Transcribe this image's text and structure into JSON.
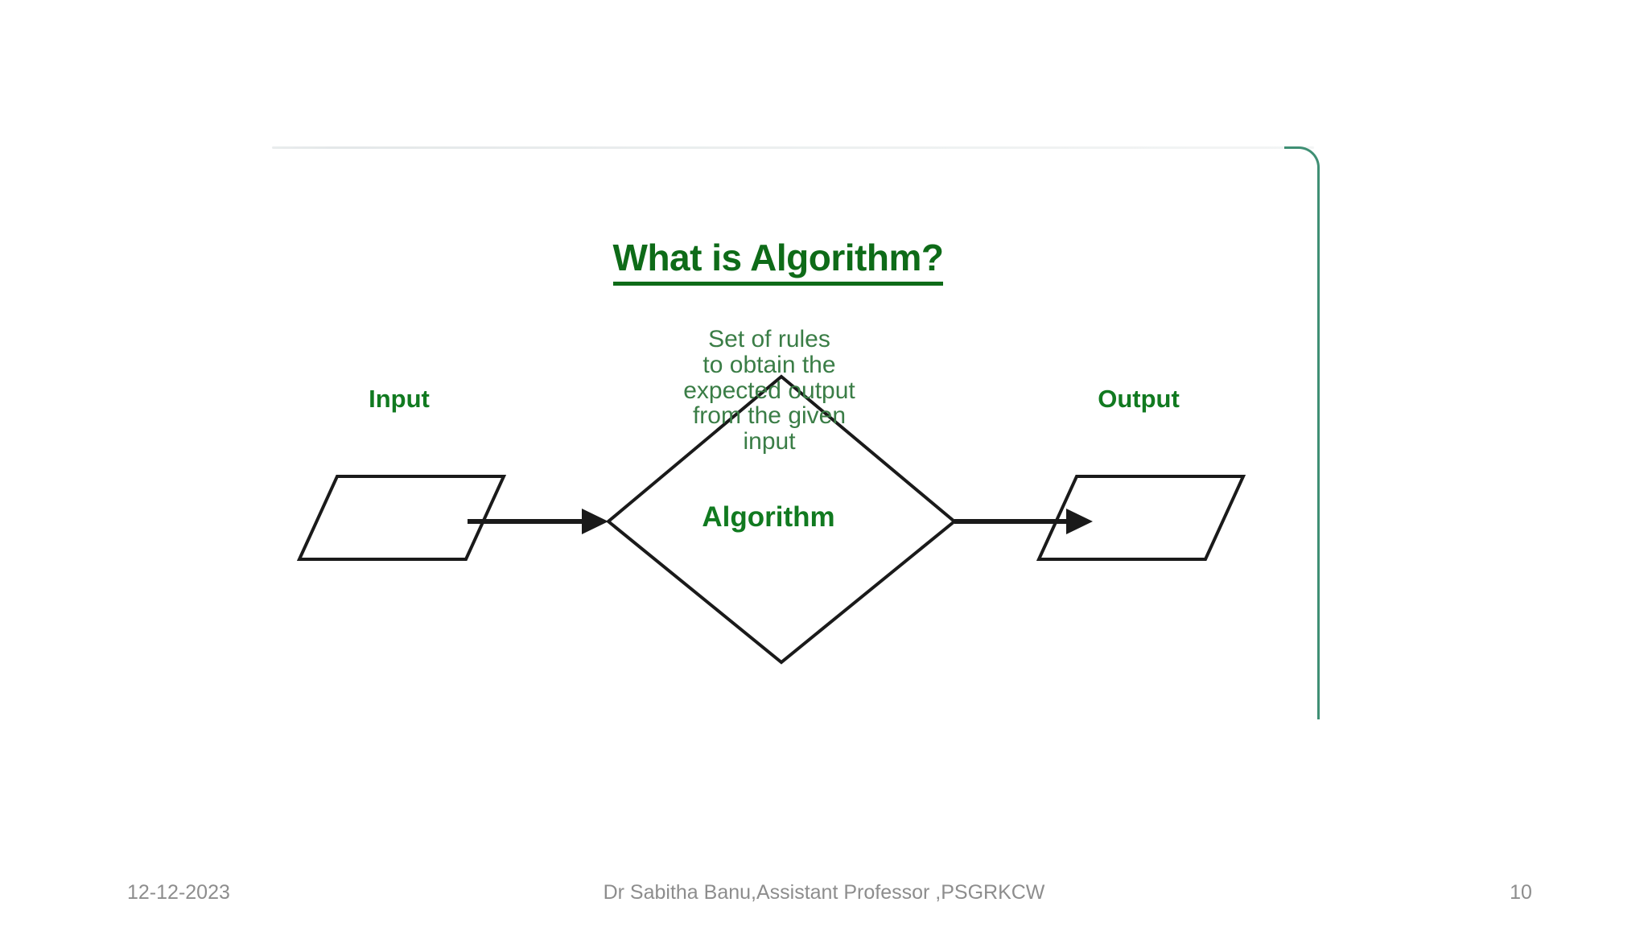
{
  "slide": {
    "heading": "What is Algorithm?",
    "accent_green": "#0e6b18",
    "shape_green": "#117a20",
    "body_green": "#3a7d46",
    "outline_black": "#1a1a1a",
    "border_teal": "#3f8f74",
    "footer_gray": "#8d8d8d",
    "background": "#ffffff"
  },
  "diagram": {
    "type": "flowchart",
    "input_node": {
      "label": "Input",
      "shape": "parallelogram"
    },
    "process_node": {
      "shape": "diamond",
      "caption": "Algorithm",
      "lines": [
        "Set of rules",
        "to obtain the",
        "expected output",
        "from the given",
        "input"
      ]
    },
    "output_node": {
      "label": "Output",
      "shape": "parallelogram"
    },
    "connectors": [
      {
        "from": "Input",
        "to": "Algorithm",
        "arrow": "right"
      },
      {
        "from": "Algorithm",
        "to": "Output",
        "arrow": "right"
      }
    ]
  },
  "footer": {
    "date": "12-12-2023",
    "center": "Dr Sabitha Banu,Assistant Professor ,PSGRKCW",
    "page_number": "10"
  }
}
